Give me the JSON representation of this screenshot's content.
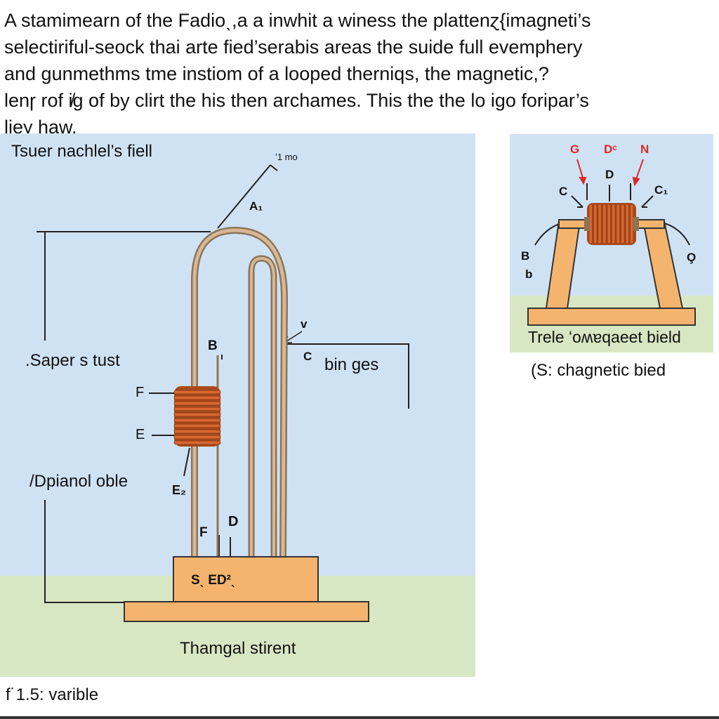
{
  "intro": {
    "lines": [
      "A stamimearn of the Fadioˎ,a a inwhit a winess the plattenɀ{imagneti’s",
      "selectiriful-seock thai arte fied’serabis areas the suide full evemphery",
      "and gunmethms tme instiom of a looped therniqs, the magnetic,?",
      "lenɼ rof i̸g of by clirt the his then archames. This the the lo igo foripar’s",
      "liey haw."
    ]
  },
  "main_diagram": {
    "title": "Tsuer nachlel’s fiell",
    "labels": {
      "scale": "ʻ1 mo",
      "a1": "A₁",
      "b": "B",
      "c": "C",
      "v": "v",
      "f_upper": "F",
      "e": "E",
      "e2": "E₂",
      "d": "D",
      "f_lower": "F",
      "base": "Sˎ ED²ˎ",
      "saper": ".Saper s tust",
      "bin_ges": "bin ges",
      "dpianol": "/Dpianol oble",
      "stand": "Thamgal stirent"
    }
  },
  "inset_diagram": {
    "labels": {
      "g": "G",
      "dc": "Dᶜ",
      "n": "N",
      "d": "D",
      "c_left": "C",
      "c1": "C₁",
      "b_upper": "B",
      "b_lower": "b",
      "o": "O̧",
      "caption": "Trele ʻoʍɐqaeet bield"
    },
    "subcaption": "(S: chagnetic bied"
  },
  "figure_note": "f˙1.5:  varible",
  "colors": {
    "panel_bg": "#cfe2f4",
    "ground": "#d8e7c3",
    "wood": "#f5b46e",
    "coil": "#d9662f",
    "wire": "#c8a888",
    "arrow_red": "#d92a2a"
  }
}
